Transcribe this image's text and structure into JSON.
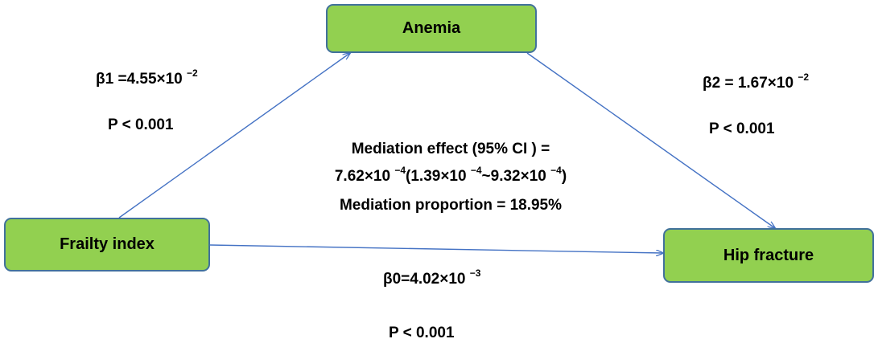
{
  "nodes": {
    "anemia": "Anemia",
    "frailty": "Frailty index",
    "hip": "Hip fracture"
  },
  "paths": {
    "b1": {
      "coef": "β1 =4.55×10",
      "exp": "−2",
      "p": "P < 0.001"
    },
    "b2": {
      "coef": "β2 = 1.67×10",
      "exp": "−2",
      "p": "P < 0.001"
    },
    "b0": {
      "coef": "β0=4.02×10",
      "exp": "−3",
      "p": "P < 0.001"
    }
  },
  "mediation": {
    "title": "Mediation effect (95% CI ) =",
    "ci": {
      "p1": "7.62×10",
      "e1": "−4",
      "p2": "(1.39×10",
      "e2": "−4",
      "p3": "~9.32×10",
      "e3": "−4",
      "p4": ")"
    },
    "proportion": "Mediation proportion = 18.95%"
  },
  "colors": {
    "node_fill": "#92d050",
    "node_border": "#41719c",
    "arrow": "#4472c4"
  }
}
